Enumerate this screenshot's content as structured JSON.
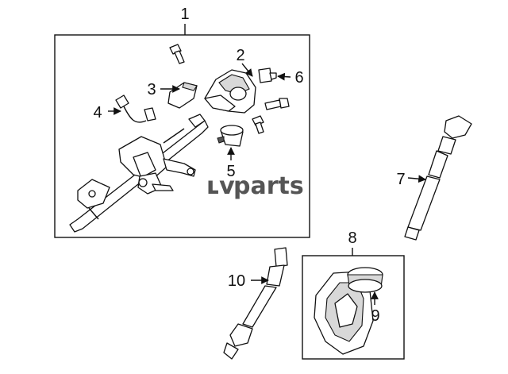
{
  "callouts": {
    "c1": "1",
    "c2": "2",
    "c3": "3",
    "c4": "4",
    "c5": "5",
    "c6": "6",
    "c7": "7",
    "c8": "8",
    "c9": "9",
    "c10": "10"
  },
  "watermark": {
    "logo_mark": "ʟv",
    "text": "parts"
  },
  "colors": {
    "line": "#111111",
    "watermark": "#555555",
    "shade": "#d8d8d8"
  }
}
